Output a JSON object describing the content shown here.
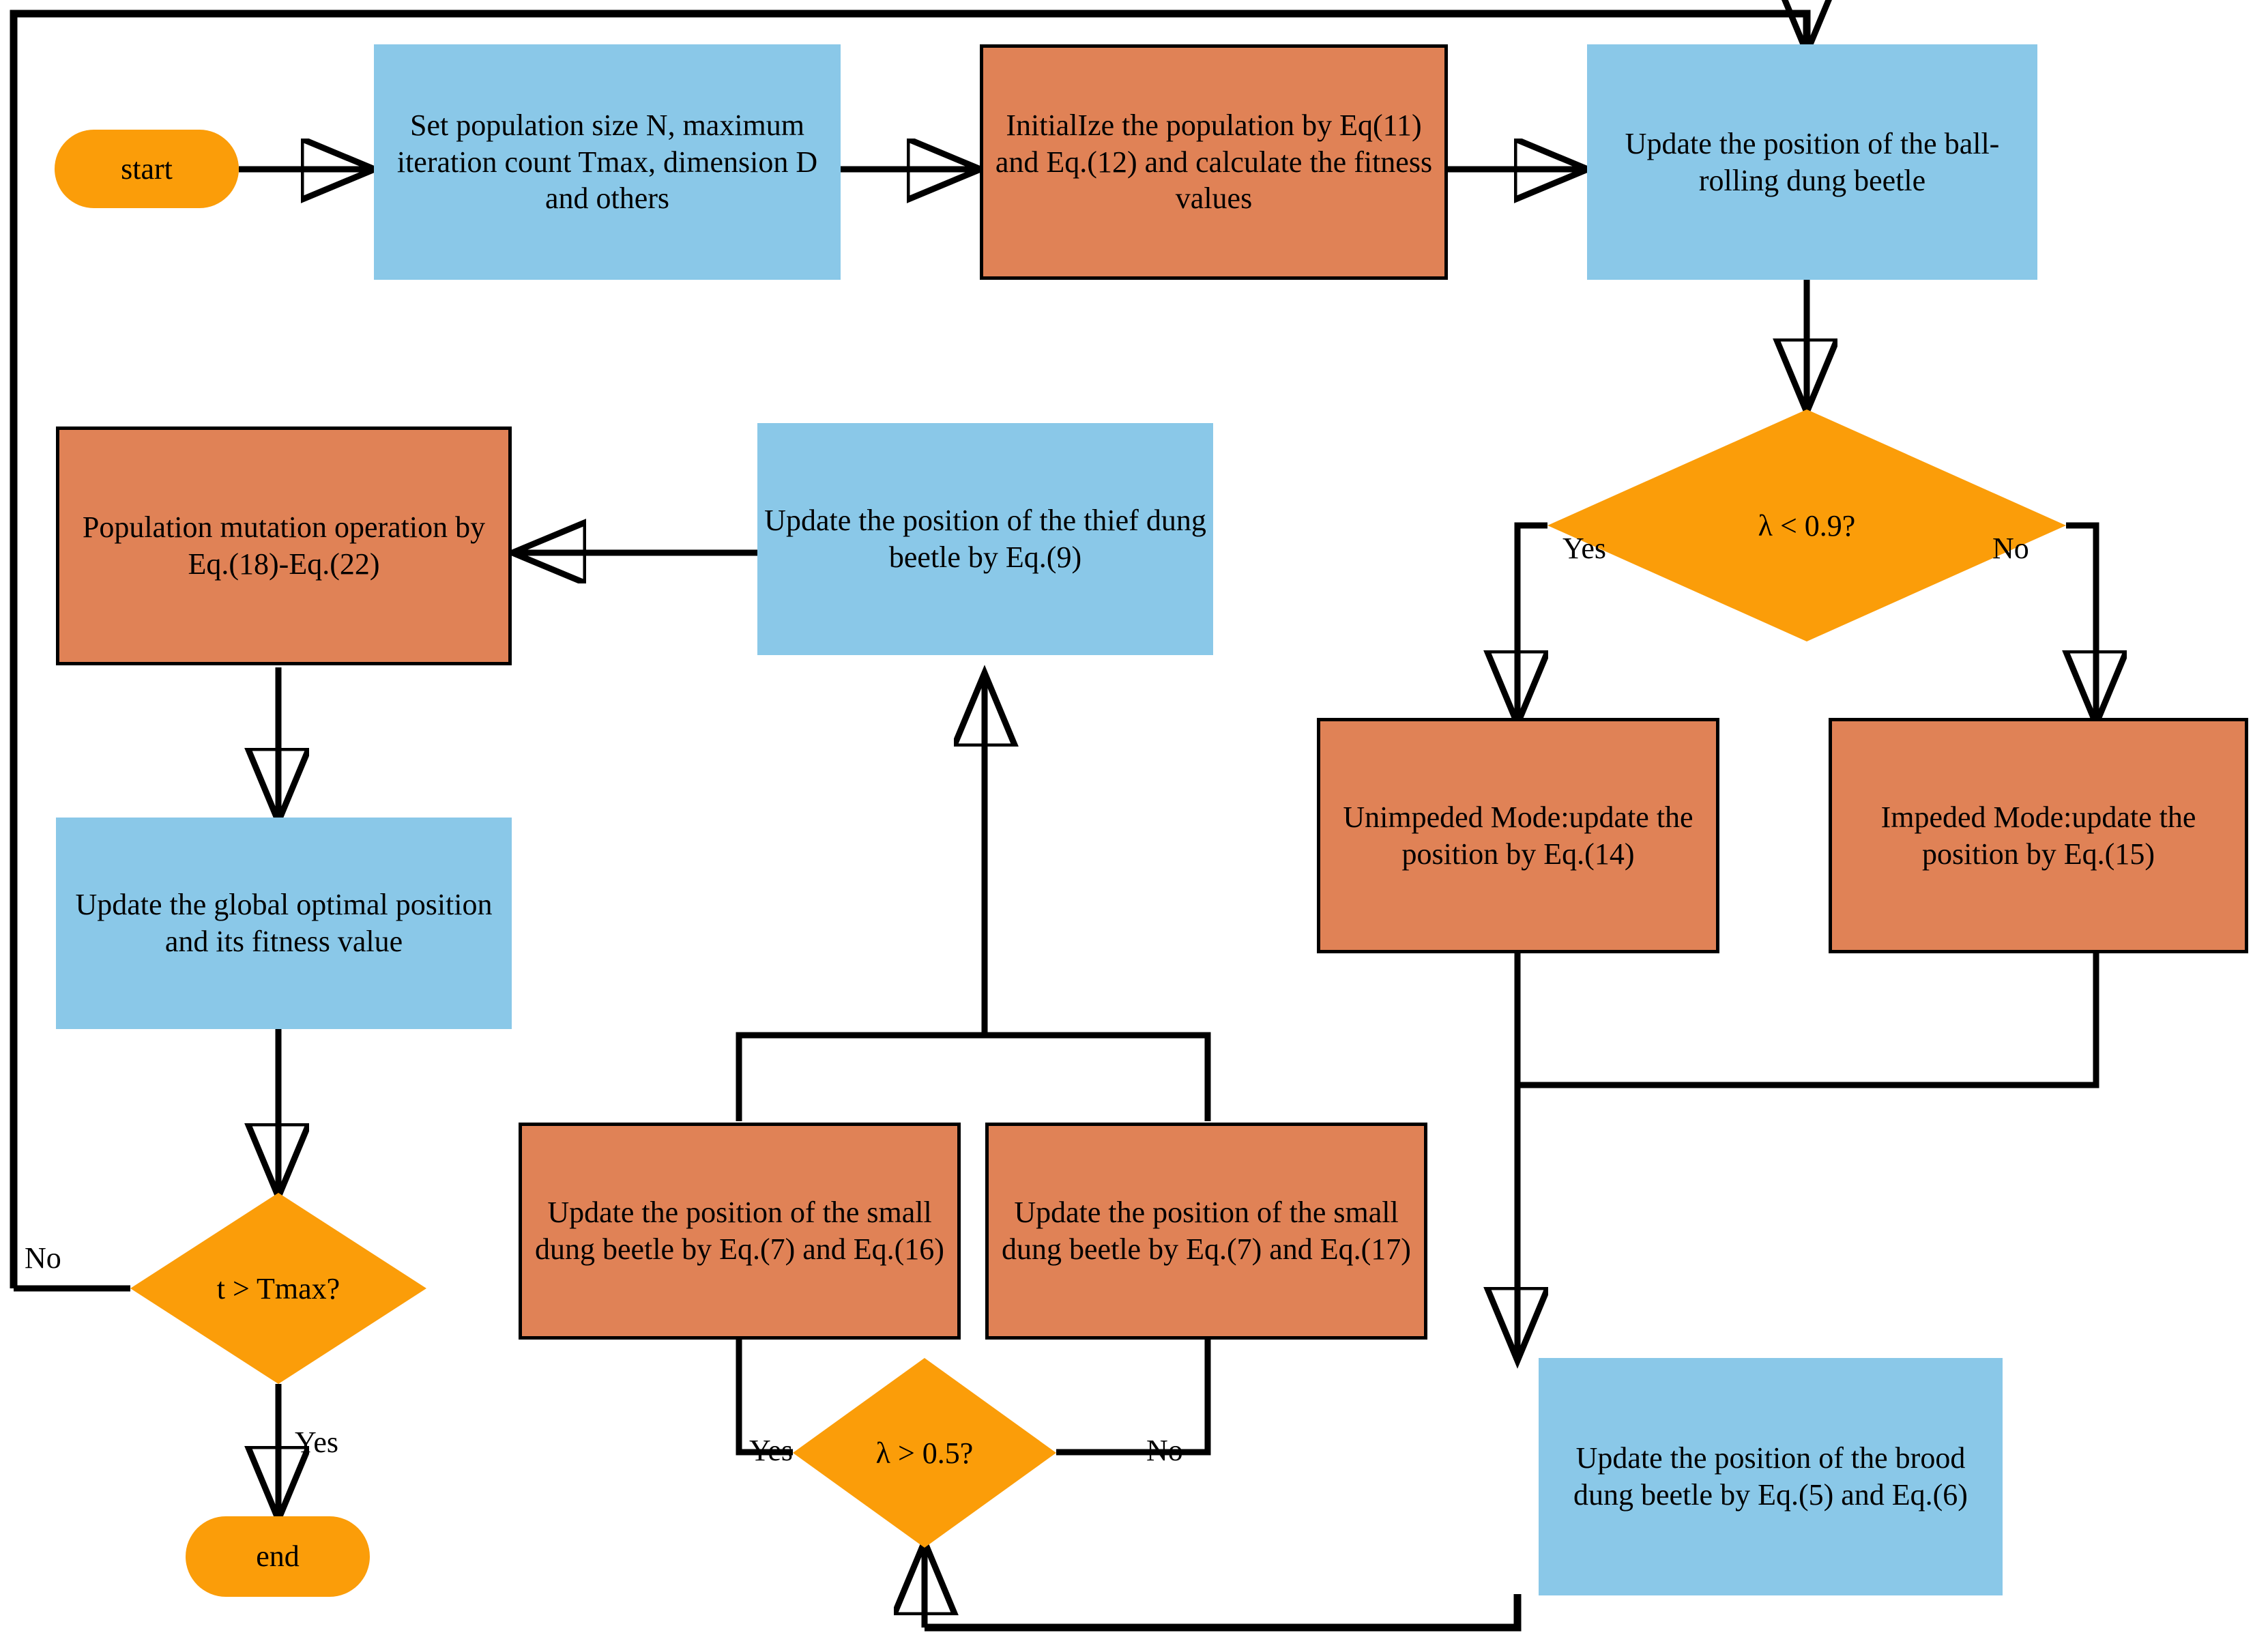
{
  "diagram": {
    "title": "Improved Dung Beetle Optimizer algorithm flowchart",
    "colors": {
      "process_blue": "#8AC8E8",
      "process_orange": "#E08256",
      "decision_orange": "#FB9D09",
      "terminal_orange": "#FB9D09",
      "line": "#000000",
      "text": "#000000",
      "background": "#FFFFFF"
    }
  },
  "nodes": {
    "start": {
      "label": "start",
      "shape": "terminal"
    },
    "setup": {
      "label": "Set population size N, maximum iteration count Tmax, dimension D and others",
      "shape": "process-blue"
    },
    "initialize": {
      "label": "InitialIze the population by Eq(11) and Eq.(12) and calculate the fitness values",
      "shape": "process-orange"
    },
    "ball_rolling": {
      "label": "Update the position of the ball-rolling dung beetle",
      "shape": "process-blue"
    },
    "lambda_09": {
      "label": "λ < 0.9?",
      "shape": "decision"
    },
    "unimpeded": {
      "label": "Unimpeded Mode:update the position by Eq.(14)",
      "shape": "process-orange"
    },
    "impeded": {
      "label": "Impeded Mode:update the position by Eq.(15)",
      "shape": "process-orange"
    },
    "brood": {
      "label": "Update the position of the brood dung beetle by Eq.(5) and Eq.(6)",
      "shape": "process-blue"
    },
    "lambda_05": {
      "label": "λ > 0.5?",
      "shape": "decision"
    },
    "small_left": {
      "label": "Update the position of the small dung beetle by Eq.(7) and Eq.(16)",
      "shape": "process-orange"
    },
    "small_right": {
      "label": "Update the position of the small dung beetle by Eq.(7) and Eq.(17)",
      "shape": "process-orange"
    },
    "thief": {
      "label": "Update the position of the thief dung beetle by Eq.(9)",
      "shape": "process-blue"
    },
    "mutation": {
      "label": "Population mutation operation by Eq.(18)-Eq.(22)",
      "shape": "process-orange"
    },
    "global_opt": {
      "label": "Update the global optimal position and its fitness value",
      "shape": "process-blue"
    },
    "t_tmax": {
      "label": "t > Tmax?",
      "shape": "decision"
    },
    "end": {
      "label": "end",
      "shape": "terminal"
    }
  },
  "edge_labels": {
    "lambda09_yes": "Yes",
    "lambda09_no": "No",
    "lambda05_yes": "Yes",
    "lambda05_no": "No",
    "ttmax_no": "No",
    "ttmax_yes": "Yes"
  }
}
